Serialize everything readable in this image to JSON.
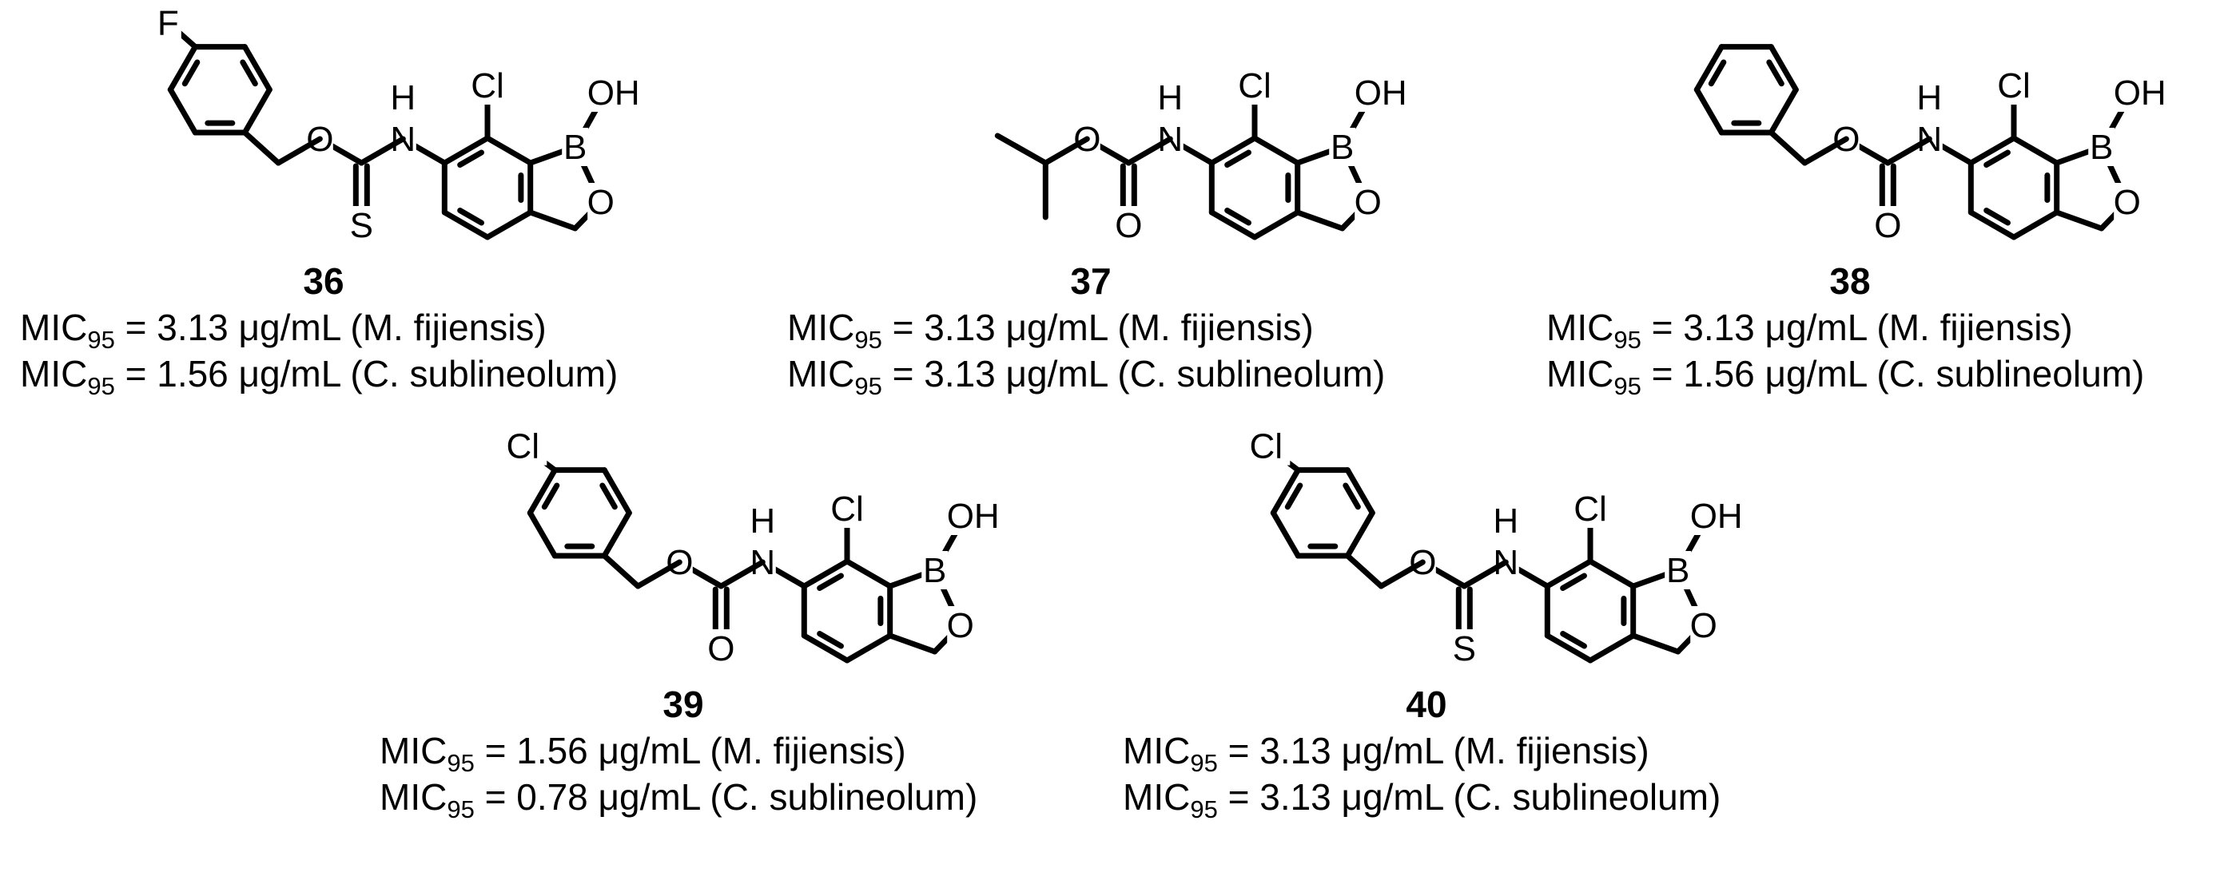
{
  "atoms": {
    "F": "F",
    "Cl": "Cl",
    "N": "N",
    "H": "H",
    "O": "O",
    "OH": "OH",
    "B": "B",
    "S": "S"
  },
  "mic_label": "MIC",
  "mic_sub": "95",
  "compounds": [
    {
      "number": "36",
      "lines": [
        {
          "value": " = 3.13 μg/mL ",
          "organism": "(M. fijiensis)"
        },
        {
          "value": " = 1.56 μg/mL ",
          "organism": "(C. sublineolum)"
        }
      ]
    },
    {
      "number": "37",
      "lines": [
        {
          "value": " = 3.13 μg/mL ",
          "organism": "(M. fijiensis)"
        },
        {
          "value": " = 3.13 μg/mL ",
          "organism": "(C. sublineolum)"
        }
      ]
    },
    {
      "number": "38",
      "lines": [
        {
          "value": " = 3.13 μg/mL ",
          "organism": "(M. fijiensis)"
        },
        {
          "value": " = 1.56 μg/mL ",
          "organism": "(C. sublineolum)"
        }
      ]
    },
    {
      "number": "39",
      "lines": [
        {
          "value": " = 1.56 μg/mL ",
          "organism": "(M. fijiensis)"
        },
        {
          "value": " = 0.78 μg/mL ",
          "organism": "(C. sublineolum)"
        }
      ]
    },
    {
      "number": "40",
      "lines": [
        {
          "value": " = 3.13 μg/mL ",
          "organism": "(M. fijiensis)"
        },
        {
          "value": " = 3.13 μg/mL ",
          "organism": "(C. sublineolum)"
        }
      ]
    }
  ]
}
